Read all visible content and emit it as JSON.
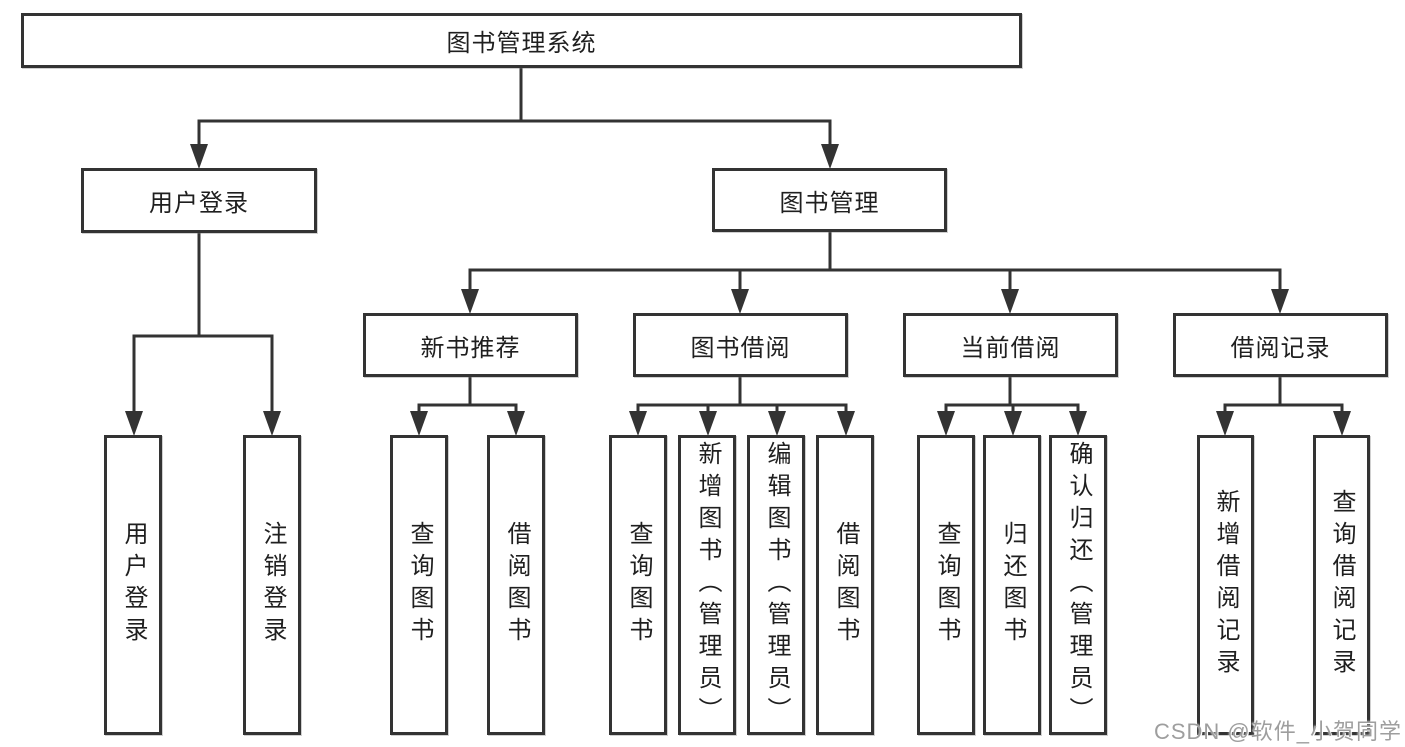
{
  "diagram": {
    "watermark": "CSDN @软件_小贺同学",
    "colors": {
      "line": "#333333",
      "text": "#1f1f1f",
      "background": "#ffffff",
      "watermark": "#9e9e9e"
    },
    "tree": {
      "label": "图书管理系统",
      "children": [
        {
          "label": "用户登录",
          "children": [
            {
              "label": "用户登录"
            },
            {
              "label": "注销登录"
            }
          ]
        },
        {
          "label": "图书管理",
          "children": [
            {
              "label": "新书推荐",
              "children": [
                {
                  "label": "查询图书"
                },
                {
                  "label": "借阅图书"
                }
              ]
            },
            {
              "label": "图书借阅",
              "children": [
                {
                  "label": "查询图书"
                },
                {
                  "label": "新增图书（管理员）"
                },
                {
                  "label": "编辑图书（管理员）"
                },
                {
                  "label": "借阅图书"
                }
              ]
            },
            {
              "label": "当前借阅",
              "children": [
                {
                  "label": "查询图书"
                },
                {
                  "label": "归还图书"
                },
                {
                  "label": "确认归还（管理员）"
                }
              ]
            },
            {
              "label": "借阅记录",
              "children": [
                {
                  "label": "新增借阅记录"
                },
                {
                  "label": "查询借阅记录"
                }
              ]
            }
          ]
        }
      ]
    }
  }
}
